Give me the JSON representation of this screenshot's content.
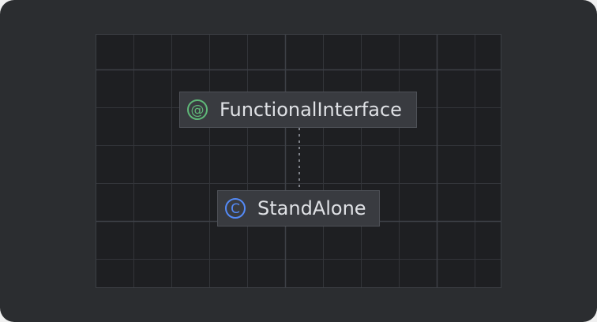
{
  "diagram": {
    "nodes": [
      {
        "kind": "annotation",
        "label": "FunctionalInterface",
        "icon": "annotation-icon",
        "icon_glyph": "@",
        "icon_color": "#5fb878"
      },
      {
        "kind": "class",
        "label": "StandAlone",
        "icon": "class-icon",
        "icon_glyph": "C",
        "icon_color": "#548af7"
      }
    ],
    "edges": [
      {
        "from": "StandAlone",
        "to": "FunctionalInterface",
        "style": "dotted"
      }
    ]
  }
}
